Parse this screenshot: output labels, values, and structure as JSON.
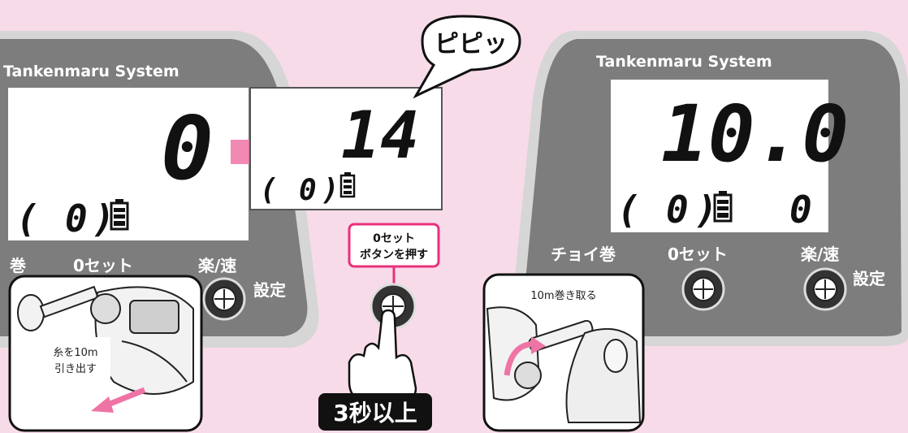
{
  "colors": {
    "background": "#f8dbe9",
    "panel": "#7d7d7d",
    "panel_edge": "#d6d6d6",
    "lcd": "#ffffff",
    "accent_pink": "#e8317c",
    "arrow_pink": "#ef74a6",
    "badge": "#111111"
  },
  "left_panel": {
    "title": "Tankenmaru System",
    "main_digit": "0",
    "counter_digit": "0",
    "labels": {
      "wind": "巻",
      "zero_set": "0セット",
      "raku_soku": "楽/速",
      "setting": "設定"
    },
    "inset_caption_line1": "糸を10m",
    "inset_caption_line2": "引き出す"
  },
  "middle": {
    "lcd_main_digit": "14",
    "lcd_counter_digit": "0",
    "sound_bubble": "ピピッ",
    "instruction_line1": "0セット",
    "instruction_line2": "ボタンを押す",
    "duration_badge": "3秒以上"
  },
  "right_panel": {
    "title": "Tankenmaru System",
    "main_digit": "10.0",
    "counter_digit": "0",
    "sub_digit": "0",
    "labels": {
      "choi_maki": "チョイ巻",
      "zero_set": "0セット",
      "raku_soku": "楽/速",
      "setting": "設定"
    },
    "inset_caption": "10m巻き取る"
  },
  "icons": [
    "battery-icon",
    "arrow-right-icon",
    "arrow-down-left-icon",
    "pointing-hand-icon",
    "reel-icon"
  ]
}
